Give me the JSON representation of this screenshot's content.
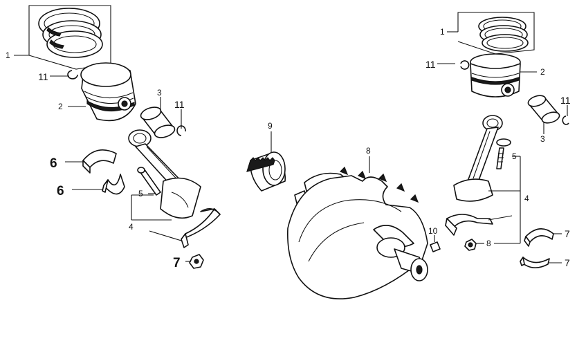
{
  "diagram": {
    "callouts": {
      "piston_rings": "1",
      "piston": "2",
      "piston_pin": "3",
      "connecting_rod": "4",
      "rod_bolt": "5",
      "rod_bearing_left": "6",
      "rod_bearing_right": "7",
      "rod_nut": "8",
      "crankshaft": "8",
      "crank_gear": "9",
      "woodruff_key": "10",
      "pin_clip": "11"
    }
  }
}
